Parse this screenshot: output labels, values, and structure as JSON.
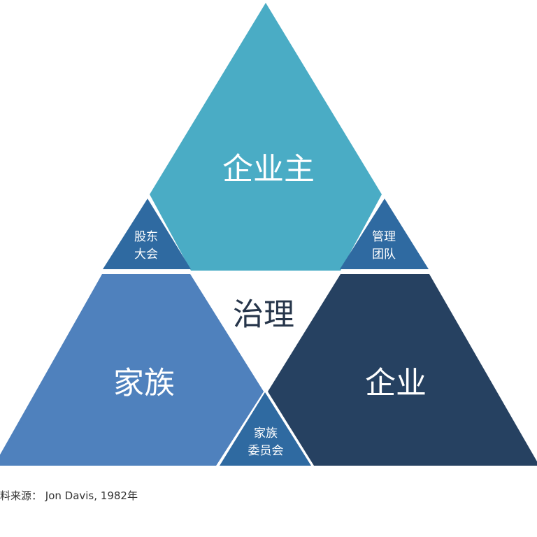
{
  "main_triangles": {
    "owner": {
      "label": "企业主",
      "color": "#4aacc5"
    },
    "family": {
      "label": "家族",
      "color": "#4f81bd"
    },
    "business": {
      "label": "企业",
      "color": "#264161"
    }
  },
  "center": {
    "label": "治理"
  },
  "connectors": {
    "shareholders": {
      "line1": "股东",
      "line2": "大会",
      "color": "#2f6aa1"
    },
    "management": {
      "line1": "管理",
      "line2": "团队",
      "color": "#2f6aa1"
    },
    "family_committee": {
      "line1": "家族",
      "line2": "委员会",
      "color": "#2f6aa1"
    }
  },
  "source": "料来源：  Jon Davis, 1982年"
}
